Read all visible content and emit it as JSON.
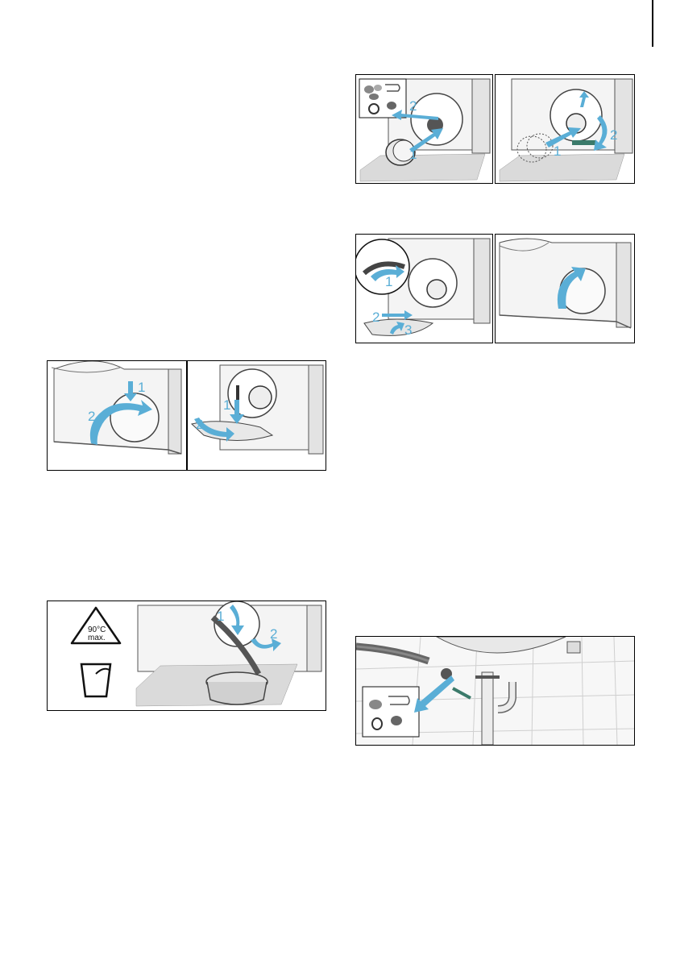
{
  "colors": {
    "arrow": "#5aaed6",
    "machine": "#f2f2f2",
    "mat": "#d9d9d9",
    "line": "#444444"
  },
  "figures": {
    "open_flap": {
      "step1": "1",
      "step2": "2"
    },
    "remove_flap": {
      "step1": "1",
      "step2": "2"
    },
    "drain_water": {
      "temp_line1": "90°C",
      "temp_line2": "max.",
      "step1": "1",
      "step2": "2"
    },
    "unscrew_pump": {
      "step1": "1",
      "step2": "2"
    },
    "reinsert_pump": {
      "step1": "1",
      "step2": "2"
    },
    "reattach_hose": {
      "step1": "1",
      "step2": "2",
      "step3": "3"
    },
    "close_flap": {}
  }
}
